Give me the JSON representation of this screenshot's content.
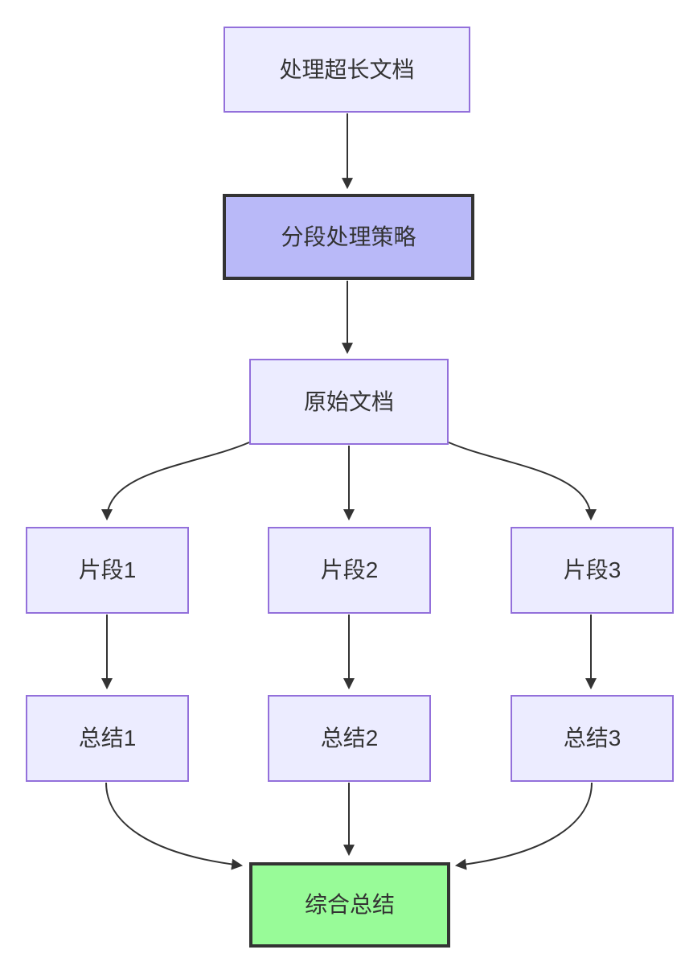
{
  "nodes": [
    {
      "label": "处理超长文档",
      "type": "default"
    },
    {
      "label": "分段处理策略",
      "type": "accent"
    },
    {
      "label": "原始文档",
      "type": "default"
    },
    {
      "label": "片段1",
      "type": "default"
    },
    {
      "label": "片段2",
      "type": "default"
    },
    {
      "label": "片段3",
      "type": "default"
    },
    {
      "label": "总结1",
      "type": "default"
    },
    {
      "label": "总结2",
      "type": "default"
    },
    {
      "label": "总结3",
      "type": "default"
    },
    {
      "label": "综合总结",
      "type": "result"
    }
  ],
  "edges": [
    {
      "from": "处理超长文档",
      "to": "分段处理策略"
    },
    {
      "from": "分段处理策略",
      "to": "原始文档"
    },
    {
      "from": "原始文档",
      "to": "片段1"
    },
    {
      "from": "原始文档",
      "to": "片段2"
    },
    {
      "from": "原始文档",
      "to": "片段3"
    },
    {
      "from": "片段1",
      "to": "总结1"
    },
    {
      "from": "片段2",
      "to": "总结2"
    },
    {
      "from": "片段3",
      "to": "总结3"
    },
    {
      "from": "总结1",
      "to": "综合总结"
    },
    {
      "from": "总结2",
      "to": "综合总结"
    },
    {
      "from": "总结3",
      "to": "综合总结"
    }
  ],
  "colors": {
    "node_fill": "#ECECFF",
    "node_border": "#9370DB",
    "accent_fill": "#b9b9f8",
    "accent_border": "#333333",
    "result_fill": "#98fb98",
    "result_border": "#333333",
    "edge_color": "#333333",
    "text_color": "#333333",
    "background": "#ffffff"
  }
}
